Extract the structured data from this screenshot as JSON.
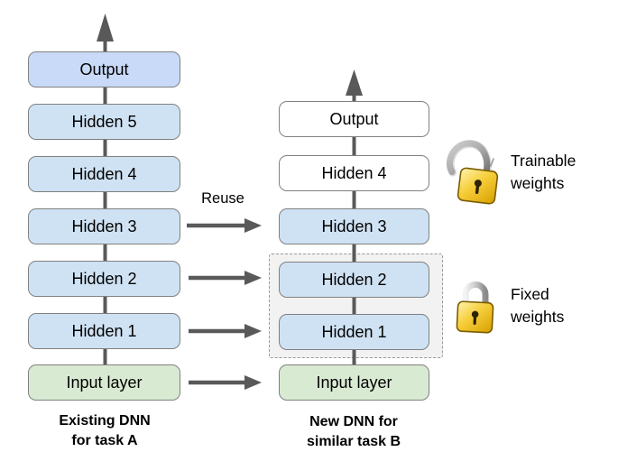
{
  "diagram": {
    "reuse_arrow_label": "Reuse",
    "left_column": {
      "caption": [
        "Existing DNN",
        "for task A"
      ],
      "layers": [
        {
          "label": "Output",
          "fill": "#c9daf8"
        },
        {
          "label": "Hidden 5",
          "fill": "#cfe2f3"
        },
        {
          "label": "Hidden 4",
          "fill": "#cfe2f3"
        },
        {
          "label": "Hidden 3",
          "fill": "#cfe2f3"
        },
        {
          "label": "Hidden 2",
          "fill": "#cfe2f3"
        },
        {
          "label": "Hidden 1",
          "fill": "#cfe2f3"
        },
        {
          "label": "Input layer",
          "fill": "#d9ead3"
        }
      ]
    },
    "right_column": {
      "caption": [
        "New DNN for",
        "similar task B"
      ],
      "layers": [
        {
          "label": "Output",
          "fill": "#ffffff"
        },
        {
          "label": "Hidden 4",
          "fill": "#ffffff"
        },
        {
          "label": "Hidden 3",
          "fill": "#cfe2f3"
        },
        {
          "label": "Hidden 2",
          "fill": "#cfe2f3"
        },
        {
          "label": "Hidden 1",
          "fill": "#cfe2f3"
        },
        {
          "label": "Input layer",
          "fill": "#d9ead3"
        }
      ]
    },
    "legend": {
      "trainable": {
        "icon": "unlocked-padlock-icon",
        "lines": [
          "Trainable",
          "weights"
        ]
      },
      "fixed": {
        "icon": "locked-padlock-icon",
        "lines": [
          "Fixed",
          "weights"
        ]
      }
    },
    "colors": {
      "hidden_fill": "#cfe2f3",
      "output_task_a_fill": "#c9daf8",
      "input_fill": "#d9ead3",
      "trainable_layer_fill": "#ffffff",
      "box_border": "#808080",
      "arrow": "#595959",
      "frozen_group_fill": "#f2f2f2",
      "frozen_group_border": "#999999",
      "lock_gold": "#f1c232",
      "lock_silver": "#b7b7b7",
      "text": "#000000"
    }
  }
}
